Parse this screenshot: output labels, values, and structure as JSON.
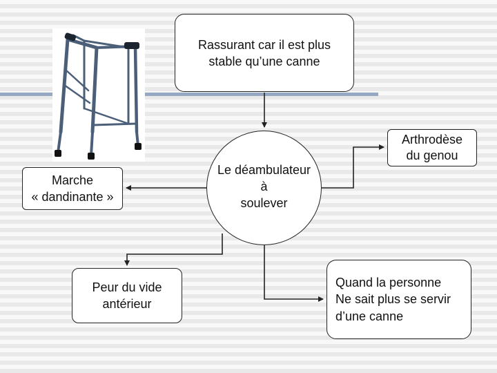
{
  "diagram": {
    "center": {
      "label": "Le déambulateur\nà\nsoulever"
    },
    "top_box": {
      "label": "Rassurant car il est plus\nstable qu’une canne"
    },
    "arthrodese_box": {
      "label": "Arthrodèse\ndu genou"
    },
    "marche_box": {
      "label": "Marche\n« dandinante »"
    },
    "peur_box": {
      "label": "Peur du vide\nantérieur"
    },
    "quand_box": {
      "label": "Quand la personne\nNe sait plus se servir\nd’une canne"
    },
    "image": {
      "icon": "walker-frame-photo"
    },
    "colors": {
      "rule": "#97a8c2",
      "line": "#222222",
      "box_fill": "#ffffff",
      "walker_frame": "#4b5f78"
    }
  }
}
